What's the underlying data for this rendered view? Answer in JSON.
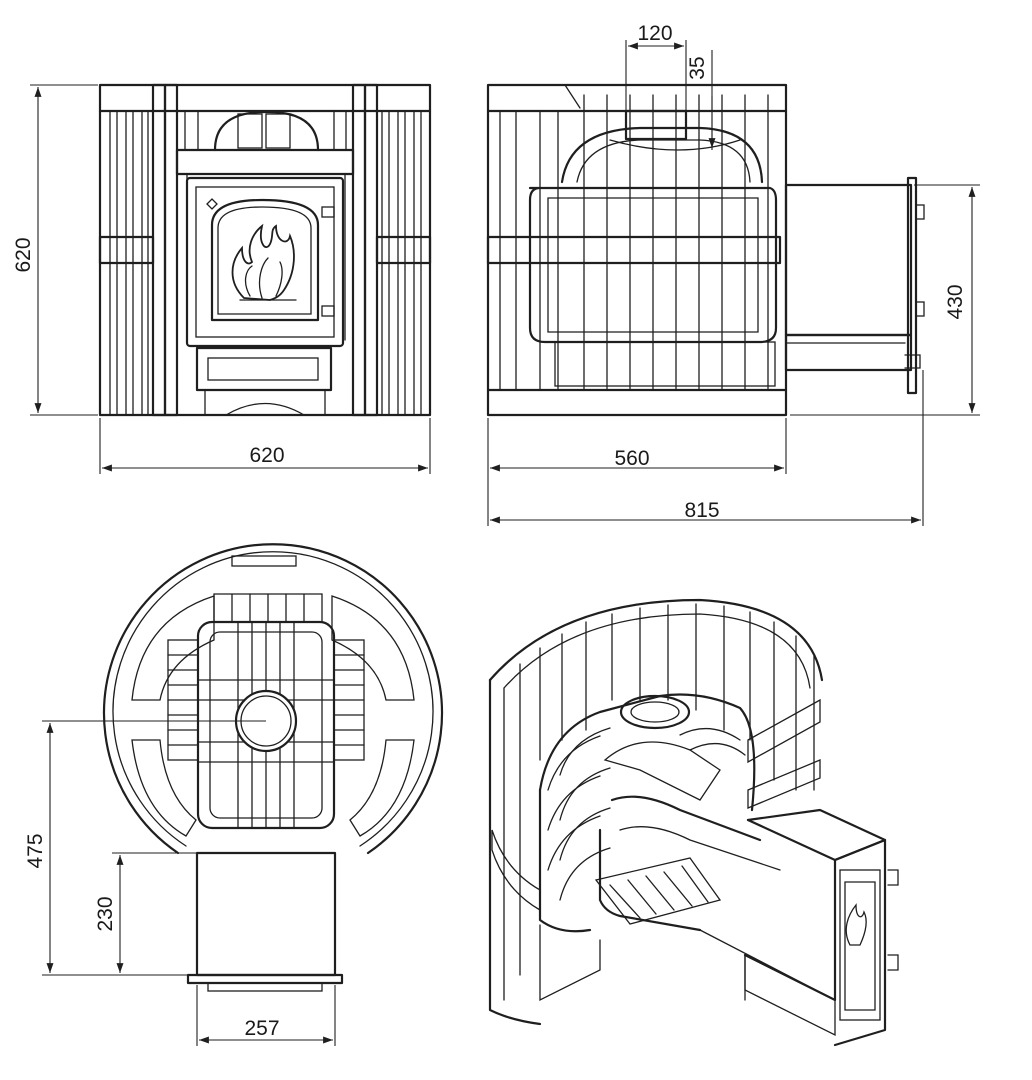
{
  "drawing": {
    "front_view": {
      "height_label": "620",
      "width_label": "620"
    },
    "side_view": {
      "flue_width_label": "120",
      "flue_offset_label": "35",
      "tunnel_height_label": "430",
      "body_depth_label": "560",
      "overall_depth_label": "815"
    },
    "top_view": {
      "offset_label": "475",
      "tunnel_length_label": "230",
      "tunnel_width_label": "257"
    }
  },
  "colors": {
    "line": "#1f1f1f",
    "background": "#ffffff"
  },
  "icons": {
    "door_emblem": "flame-icon"
  }
}
